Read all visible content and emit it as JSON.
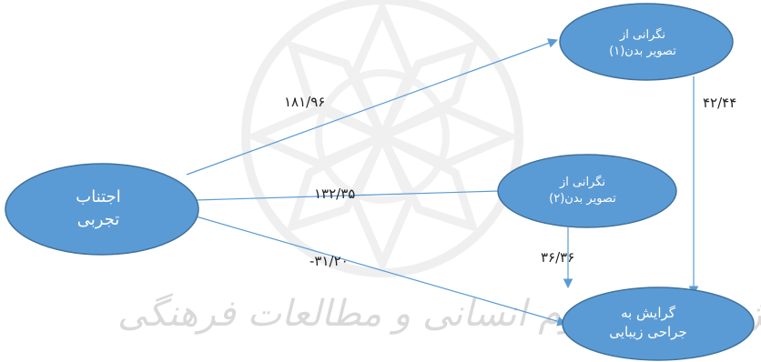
{
  "colors": {
    "node_fill": "#5b9bd5",
    "node_stroke": "#41719c",
    "edge": "#5b9bd5",
    "watermark": "#d9d9d9"
  },
  "nodes": {
    "experiential_avoidance": {
      "line1": "اجتناب",
      "line2": "تجربی"
    },
    "body_image_concern_1": {
      "line1": "نگرانی از",
      "line2": "تصویر بدن(۱)"
    },
    "body_image_concern_2": {
      "line1": "نگرانی از",
      "line2": "تصویر بدن(۲)"
    },
    "cosmetic_surgery_attitude": {
      "line1": "گرایش به",
      "line2": "جراحی زیبایی"
    }
  },
  "edges": {
    "avoidance_to_concern1": "۱۸۱/۹۶",
    "avoidance_to_concern2": "۱۳۲/۳۵",
    "avoidance_to_surgery": "-۳۱/۲۰",
    "concern2_to_surgery": "۳۶/۳۶",
    "concern1_to_surgery": "۴۲/۴۴"
  },
  "watermark": {
    "text": "پژوهشگاه علوم انسانی و مطالعات فرهنگی"
  }
}
